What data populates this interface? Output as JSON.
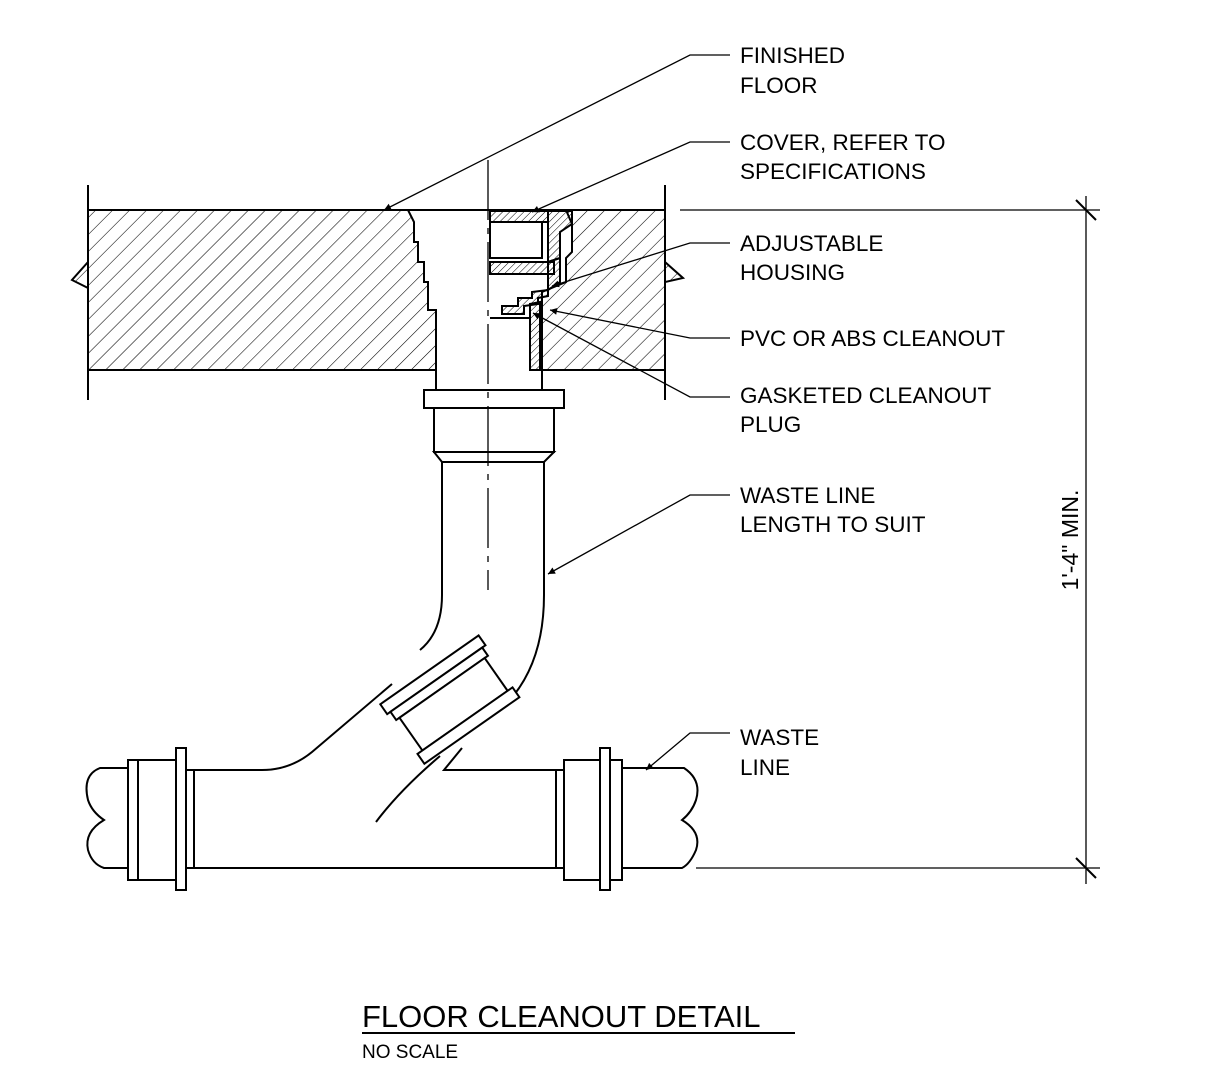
{
  "labels": {
    "finished_floor": [
      "FINISHED",
      "FLOOR"
    ],
    "cover": [
      "COVER, REFER TO",
      "SPECIFICATIONS"
    ],
    "housing": [
      "ADJUSTABLE",
      "HOUSING"
    ],
    "cleanout": [
      "PVC OR ABS CLEANOUT"
    ],
    "plug": [
      "GASKETED CLEANOUT",
      "PLUG"
    ],
    "waste_line_suit": [
      "WASTE LINE",
      "LENGTH TO SUIT"
    ],
    "waste_line": [
      "WASTE",
      "LINE"
    ]
  },
  "dimension": {
    "text": "1'-4\" MIN."
  },
  "title": {
    "main": "FLOOR CLEANOUT DETAIL",
    "sub": "NO SCALE"
  }
}
